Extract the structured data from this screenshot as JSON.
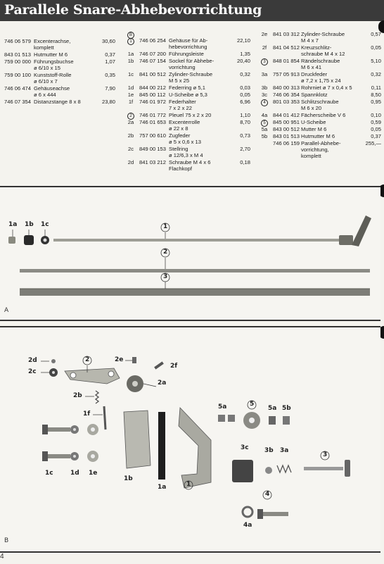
{
  "title": "Parallele Snare-Abhebevorrichtung",
  "col1": [
    {
      "no": "746 06 579",
      "desc": [
        "Excenterachse,",
        "komplett"
      ],
      "price": "30,60"
    },
    {
      "no": "843 01 513",
      "desc": [
        "Hutmutter M 6"
      ],
      "price": "0,37"
    },
    {
      "no": "759 00 000",
      "desc": [
        "Führungsbuchse",
        "ø 6/10 x 15"
      ],
      "price": "1,07"
    },
    {
      "no": "759 00 100",
      "desc": [
        "Kunststoff-Rolle",
        "ø 6/10 x 7"
      ],
      "price": "0,35"
    },
    {
      "no": "746 06 474",
      "desc": [
        "Gehäuseachse",
        "ø 6 x 444"
      ],
      "price": "7,90"
    },
    {
      "no": "746 07 354",
      "desc": [
        "Distanzstange 8 x 8"
      ],
      "price": "23,80"
    }
  ],
  "col2_header": "B",
  "col2": [
    {
      "ix": "1",
      "circ": true,
      "no": "746 06 254",
      "desc": [
        "Gehäuse für Ab-",
        "hebevorrichtung"
      ],
      "price": "22,10"
    },
    {
      "ix": "1a",
      "no": "746 07 200",
      "desc": [
        "Führungsleiste"
      ],
      "price": "1,35"
    },
    {
      "ix": "1b",
      "no": "746 07 154",
      "desc": [
        "Sockel für Abhebe-",
        "vorrichtung"
      ],
      "price": "20,40"
    },
    {
      "ix": "1c",
      "no": "841 00 512",
      "desc": [
        "Zylinder-Schraube",
        "M 5 x 25"
      ],
      "price": "0,32"
    },
    {
      "ix": "1d",
      "no": "844 00 212",
      "desc": [
        "Federring ø 5,1"
      ],
      "price": "0,03"
    },
    {
      "ix": "1e",
      "no": "845 00 112",
      "desc": [
        "U-Scheibe ø 5,3"
      ],
      "price": "0,05"
    },
    {
      "ix": "1f",
      "no": "746 01 972",
      "desc": [
        "Federhalter",
        "7 x 2 x 22"
      ],
      "price": "6,96"
    },
    {
      "ix": "2",
      "circ": true,
      "no": "746 01 772",
      "desc": [
        "Pleuel 75 x 2 x 20"
      ],
      "price": "1,10"
    },
    {
      "ix": "2a",
      "no": "746 01 653",
      "desc": [
        "Excenterrolle",
        "ø 22 x 8"
      ],
      "price": "8,70"
    },
    {
      "ix": "2b",
      "no": "757 00 610",
      "desc": [
        "Zugfeder",
        "ø 5 x 0,6 x 13"
      ],
      "price": "0,73"
    },
    {
      "ix": "2c",
      "no": "849 00 153",
      "desc": [
        "Stellring",
        "ø 12/6,3 x M 4"
      ],
      "price": "2,70"
    },
    {
      "ix": "2d",
      "no": "841 03 212",
      "desc": [
        "Schraube M 4 x 6",
        "Flachkopf"
      ],
      "price": "0,18"
    }
  ],
  "col3": [
    {
      "ix": "2e",
      "no": "841 03 312",
      "desc": [
        "Zylinder-Schraube",
        "M 4 x 7"
      ],
      "price": "0,57"
    },
    {
      "ix": "2f",
      "no": "841 04 512",
      "desc": [
        "Kreuzschlitz-",
        "schraube M 4 x 12"
      ],
      "price": "0,05"
    },
    {
      "ix": "3",
      "circ": true,
      "no": "848 01 854",
      "desc": [
        "Rändelschraube",
        "M 6 x 41"
      ],
      "price": "5,10"
    },
    {
      "ix": "3a",
      "no": "757 05 913",
      "desc": [
        "Druckfeder",
        "ø 7,2 x 1,75 x 24"
      ],
      "price": "0,32"
    },
    {
      "ix": "3b",
      "no": "840 00 313",
      "desc": [
        "Rohrniet ø 7 x 0,4 x 5"
      ],
      "price": "0,11"
    },
    {
      "ix": "3c",
      "no": "746 06 354",
      "desc": [
        "Spannklotz"
      ],
      "price": "8,50"
    },
    {
      "ix": "4",
      "circ": true,
      "no": "801 03 353",
      "desc": [
        "Schlitzschraube",
        "M 6 x 20"
      ],
      "price": "0,95"
    },
    {
      "ix": "4a",
      "no": "844 01 412",
      "desc": [
        "Fächerscheibe V 6"
      ],
      "price": "0,10"
    },
    {
      "ix": "5",
      "circ": true,
      "no": "845 00 951",
      "desc": [
        "U-Scheibe"
      ],
      "price": "0,59"
    },
    {
      "ix": "5a",
      "no": "843 00 512",
      "desc": [
        "Mutter M 6"
      ],
      "price": "0,05"
    },
    {
      "ix": "5b",
      "no": "843 01 513",
      "desc": [
        "Hutmutter M 6"
      ],
      "price": "0,37"
    },
    {
      "ix": "",
      "no": "746 06 159",
      "desc": [
        "Parallel-Abhebe-",
        "vorrichtung,",
        "komplett"
      ],
      "price": "255,—"
    }
  ],
  "panelA": {
    "corner": "A",
    "labels": [
      "1a",
      "1b",
      "1c",
      "1",
      "2",
      "3"
    ]
  },
  "panelB": {
    "corner": "B",
    "labels": [
      "2d",
      "2c",
      "2",
      "2e",
      "2f",
      "2a",
      "2b",
      "1f",
      "5a",
      "5",
      "5a",
      "5b",
      "1c",
      "1d",
      "1e",
      "1b",
      "1a",
      "1",
      "3c",
      "3b",
      "3a",
      "3",
      "4",
      "4a"
    ]
  },
  "page_number": "4"
}
